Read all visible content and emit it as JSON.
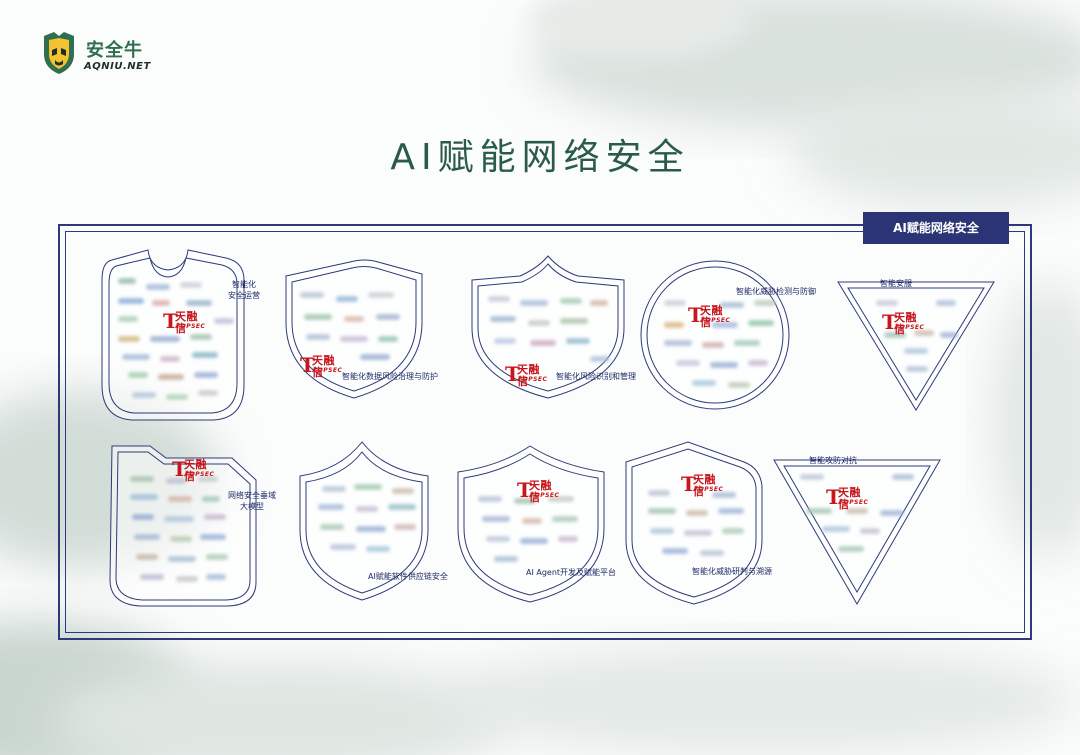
{
  "logo": {
    "name_cn": "安全牛",
    "name_en": "AQNIU.NET"
  },
  "page_title": "AI赋能网络安全",
  "corner_tag": "AI赋能网络安全",
  "brand": {
    "name_cn": "天融信",
    "name_en": "TOPSEC"
  },
  "zones": [
    {
      "label": "智能化\n安全运营"
    },
    {
      "label": "智能化数据风险治理与防护"
    },
    {
      "label": "智能化风险识别和管理"
    },
    {
      "label": "智能化威胁检测与防御"
    },
    {
      "label": "智能安服"
    },
    {
      "label": "网络安全垂域\n大模型"
    },
    {
      "label": "AI赋能软件供应链安全"
    },
    {
      "label": "AI Agent开发及赋能平台"
    },
    {
      "label": "智能化威胁研判与溯源"
    },
    {
      "label": "智能攻防对抗"
    }
  ],
  "colors": {
    "frame": "#2b3575",
    "title": "#2a5b48",
    "brand_red": "#c8161d",
    "logo_green": "#2f6e4e"
  }
}
